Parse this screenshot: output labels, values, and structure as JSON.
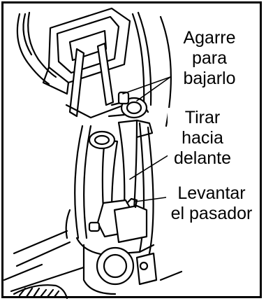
{
  "diagram": {
    "callouts": [
      {
        "id": "grip",
        "lines": [
          "Agarre",
          "para",
          "bajarlo"
        ]
      },
      {
        "id": "pull",
        "lines": [
          "Tirar",
          "hacia",
          "delante"
        ]
      },
      {
        "id": "pin",
        "lines": [
          "Levantar",
          "el pasador"
        ]
      }
    ]
  },
  "colors": {
    "ink": "#000000",
    "paper": "#ffffff"
  }
}
